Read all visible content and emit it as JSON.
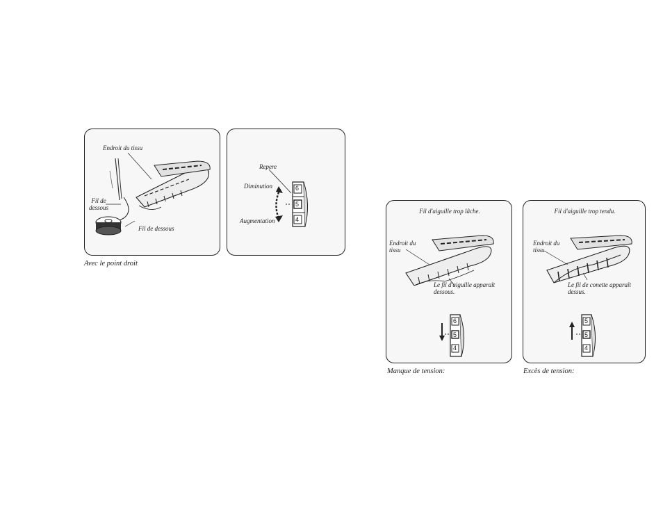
{
  "figure_left": {
    "panel_thread": {
      "label_fabric_right_side": "Endroit du tissu",
      "label_bobbin_thread_left": "Fil de\ndessous",
      "label_bobbin_thread": "Fil de dessous"
    },
    "panel_dial": {
      "label_mark": "Repere",
      "label_decrease": "Diminution",
      "label_increase": "Augmentation",
      "dial_numbers": [
        "6",
        "5",
        "4"
      ]
    },
    "caption": "Avec le point droit"
  },
  "figure_loose": {
    "title": "Fil d'aiguille trop lâche.",
    "label_fabric": "Endroit du\ntissu",
    "note": "Le fil d'aiguille apparaît\ndessous.",
    "dial_numbers": [
      "6",
      "5",
      "4"
    ],
    "caption": "Manque de tension:"
  },
  "figure_tight": {
    "title": "Fil d'aiguille trop tendu.",
    "label_fabric": "Endroit du\ntissu",
    "note": "Le fil de conette apparaît\ndessus.",
    "dial_numbers": [
      "5",
      "5",
      "4"
    ],
    "caption": "Excès de tension:"
  }
}
